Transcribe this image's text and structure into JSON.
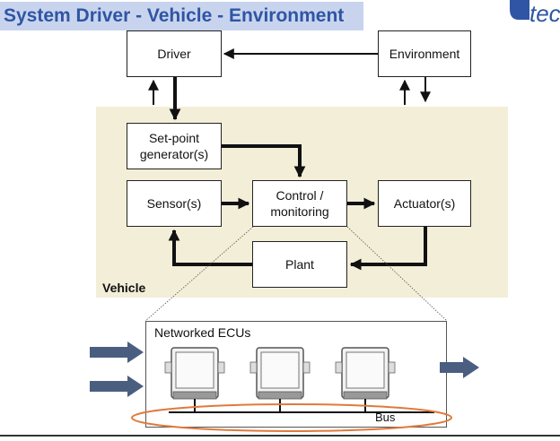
{
  "title": "System Driver - Vehicle - Environment",
  "logo_text": "tec",
  "boxes": {
    "driver": "Driver",
    "environment": "Environment",
    "setpoint_line1": "Set-point",
    "setpoint_line2": "generator(s)",
    "sensors": "Sensor(s)",
    "control_line1": "Control /",
    "control_line2": "monitoring",
    "actuators": "Actuator(s)",
    "plant": "Plant"
  },
  "vehicle_label": "Vehicle",
  "ecu_panel_label": "Networked ECUs",
  "bus_label": "Bus",
  "colors": {
    "title_text": "#2f55a4",
    "title_bg": "#c8d4ee",
    "vehicle_bg": "#f3eed8",
    "ecu_arrow": "#4a5e80",
    "bus_ellipse": "#e07a3a"
  }
}
